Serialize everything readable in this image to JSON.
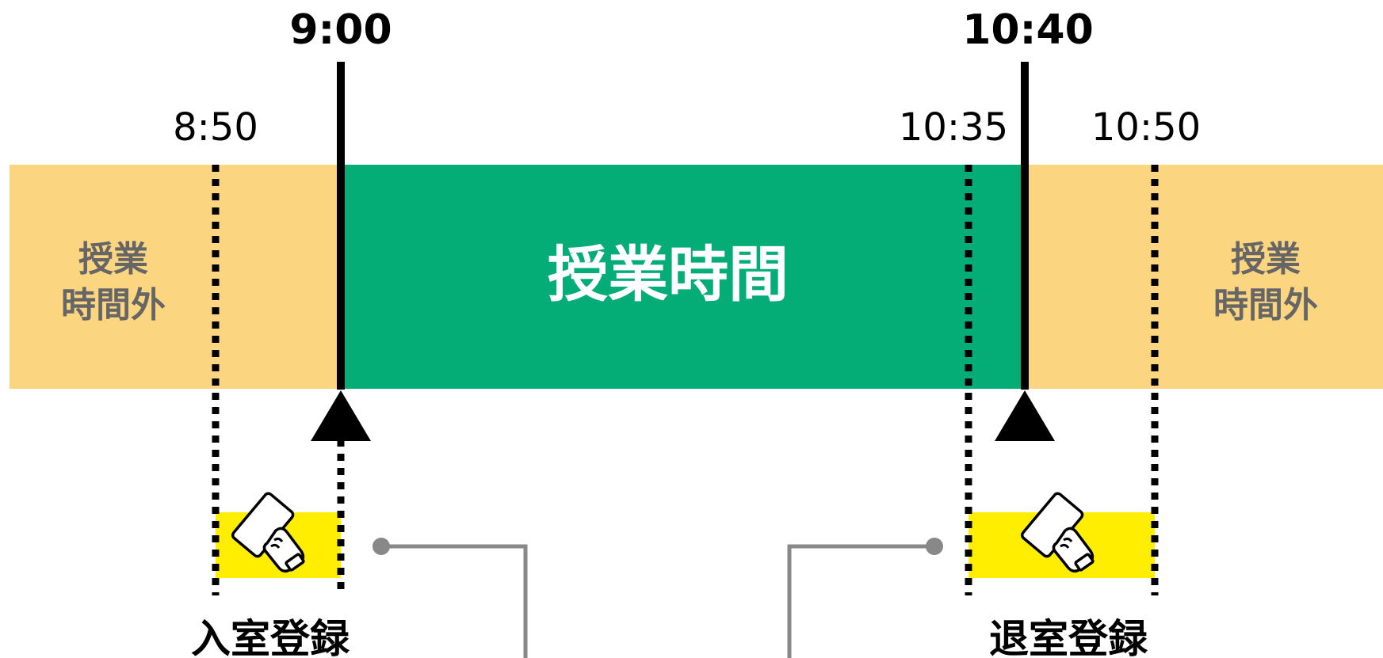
{
  "timeline": {
    "class_start_label": "9:00",
    "class_end_label": "10:40",
    "entry_open_label": "8:50",
    "exit_open_label": "10:35",
    "exit_close_label": "10:50"
  },
  "zones": {
    "outside_left_label_line1": "授業",
    "outside_left_label_line2": "時間外",
    "class_time_label": "授業時間",
    "outside_right_label_line1": "授業",
    "outside_right_label_line2": "時間外"
  },
  "registrations": {
    "entry_label": "入室登録",
    "exit_label": "退室登録"
  },
  "colors": {
    "outside": "#FCD581",
    "class": "#04AC76",
    "window": "#FFEE00",
    "connector": "#888888",
    "outside_text": "#666666"
  },
  "icons": {
    "entry_card": "hand-card-tap-icon",
    "exit_card": "hand-card-tap-icon"
  }
}
